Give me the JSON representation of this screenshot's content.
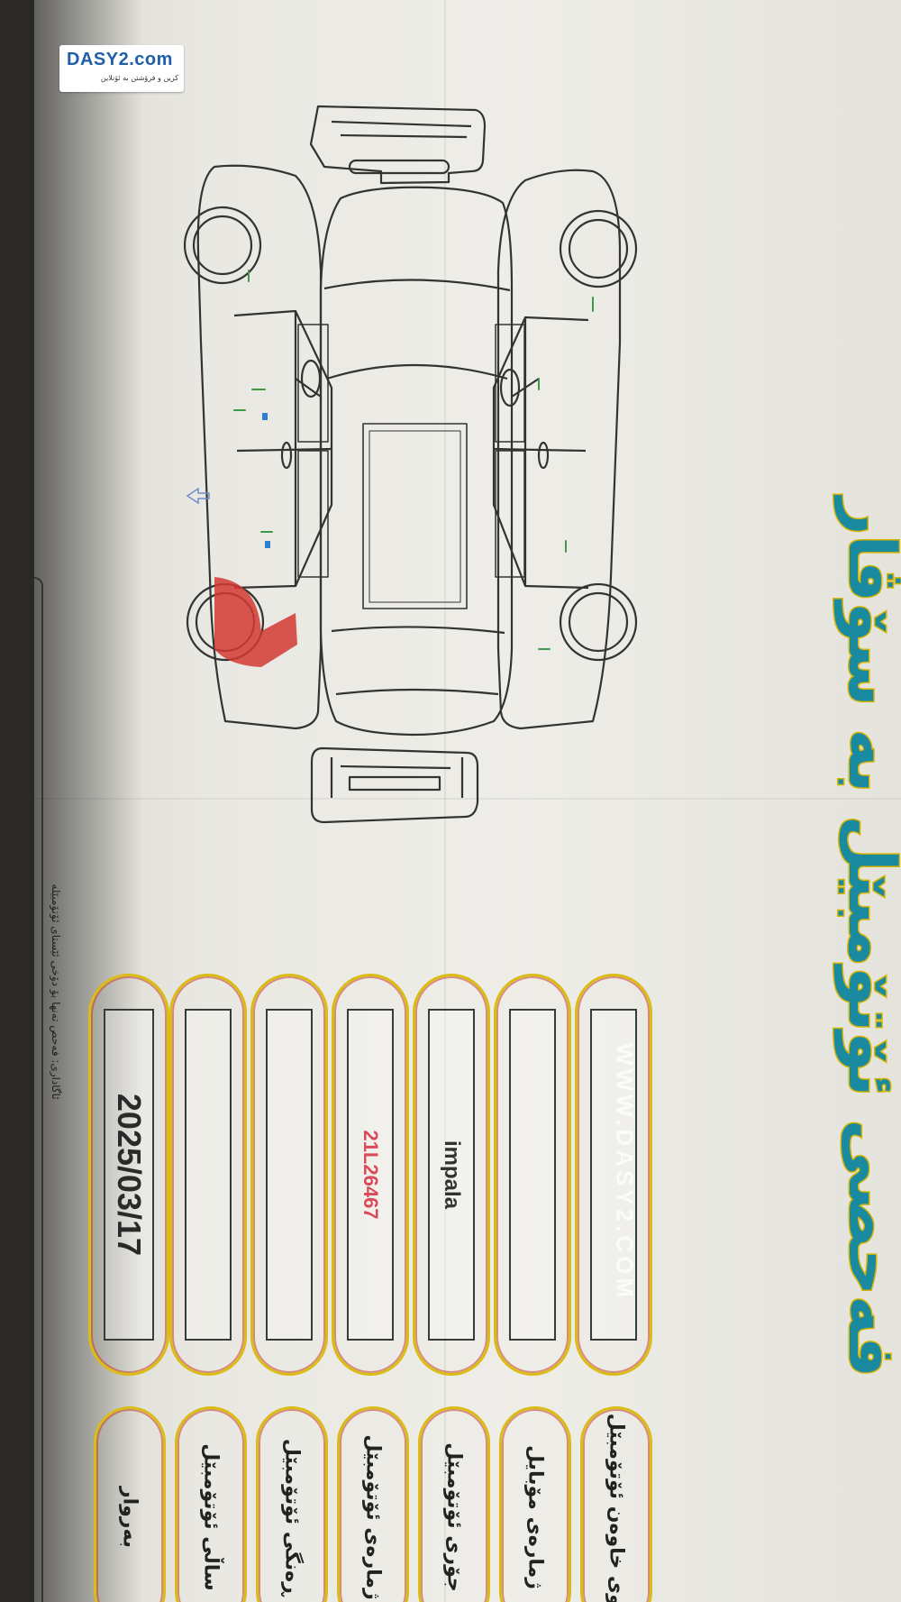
{
  "logo": {
    "brand": "DASY2.com",
    "tagline": "کرین و فرۆشتن بە ئۆنلاین"
  },
  "title": "فەحصی ئۆتۆمبێل بە سۆڤار",
  "watermark": "WWW.DASY2.COM",
  "fields": [
    {
      "label": "ناوی خاوەن ئۆتۆمبێل",
      "value": ""
    },
    {
      "label": "ژمارەی مۆبایل",
      "value": ""
    },
    {
      "label": "جۆری ئۆتۆمبێل",
      "value": "impala"
    },
    {
      "label": "ژمارەی ئۆتۆمبێل",
      "value": "21L26467"
    },
    {
      "label": "ڕەنگی ئۆتۆمبێل",
      "value": ""
    },
    {
      "label": "ساڵی ئۆتۆمبێل",
      "value": ""
    },
    {
      "label": "بەروار",
      "value": "2025/03/17"
    }
  ],
  "colors": {
    "title_fill": "#1a8aa0",
    "title_outline": "#d7b400",
    "pill_border": "#d9bd15",
    "plate_text": "#d94a5a",
    "damage_mark": "#d23a32",
    "paint_mark_green": "#3c9a4a",
    "paint_mark_blue": "#2e7fd0"
  },
  "side_note": "ئاگاداری: فەحص تەنها بۆ دۆخی ئێستای ئۆتۆمبێلە"
}
